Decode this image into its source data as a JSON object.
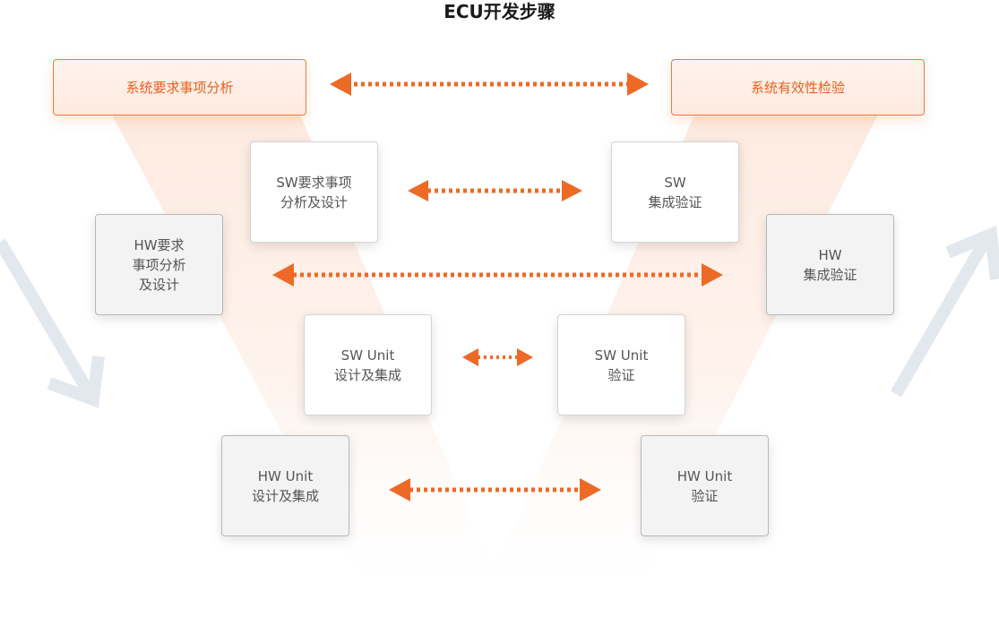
{
  "title": "ECU开发步骤",
  "colors": {
    "accent": "#ed6a26",
    "orange_box_bg": "#feeadf",
    "gray_box_bg": "#f3f3f3",
    "white_box_bg": "#ffffff",
    "text": "#555555"
  },
  "left_column": {
    "system_requirements_analysis": {
      "lines": [
        "系统要求事项分析"
      ]
    },
    "sw_requirements_analysis_design": {
      "lines": [
        "SW要求事项",
        "分析及设计"
      ]
    },
    "hw_requirements_analysis_design": {
      "lines": [
        "HW要求",
        "事项分析",
        "及设计"
      ]
    },
    "sw_unit_design_integration": {
      "lines": [
        "SW Unit",
        "设计及集成"
      ]
    },
    "hw_unit_design_integration": {
      "lines": [
        "HW Unit",
        "设计及集成"
      ]
    }
  },
  "right_column": {
    "system_validation": {
      "lines": [
        "系统有效性检验"
      ]
    },
    "sw_integration_verification": {
      "lines": [
        "SW",
        "集成验证"
      ]
    },
    "hw_integration_verification": {
      "lines": [
        "HW",
        "集成验证"
      ]
    },
    "sw_unit_verification": {
      "lines": [
        "SW Unit",
        "验证"
      ]
    },
    "hw_unit_verification": {
      "lines": [
        "HW Unit",
        "验证"
      ]
    }
  },
  "decorations": {
    "left_flow_arrow": "down-right-arrow-icon",
    "right_flow_arrow": "up-right-arrow-icon",
    "link_arrows": "double-headed-dotted-arrow-icon"
  }
}
